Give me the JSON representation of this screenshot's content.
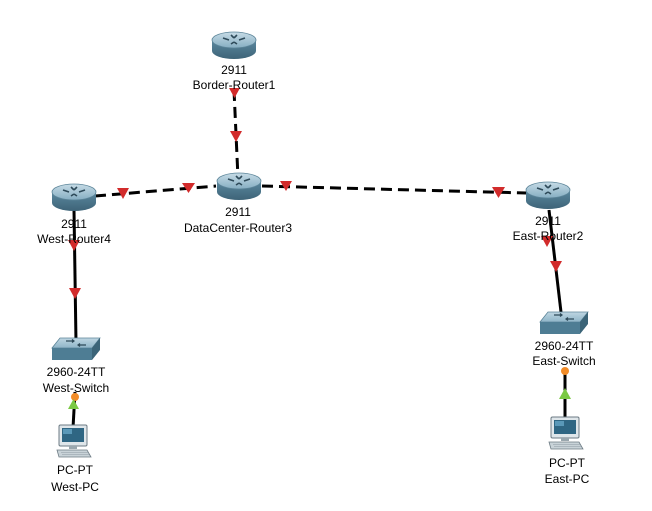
{
  "devices": {
    "border_router": {
      "model": "2911",
      "name": "Border-Router1",
      "icon": "router-icon"
    },
    "dc_router": {
      "model": "2911",
      "name": "DataCenter-Router3",
      "icon": "router-icon"
    },
    "west_router": {
      "model": "2911",
      "name": "West-Router4",
      "icon": "router-icon"
    },
    "east_router": {
      "model": "2911",
      "name": "East-Router2",
      "icon": "router-icon"
    },
    "west_switch": {
      "model": "2960-24TT",
      "name": "West-Switch",
      "icon": "switch-icon"
    },
    "east_switch": {
      "model": "2960-24TT",
      "name": "East-Switch",
      "icon": "switch-icon"
    },
    "west_pc": {
      "model": "PC-PT",
      "name": "West-PC",
      "icon": "pc-icon"
    },
    "east_pc": {
      "model": "PC-PT",
      "name": "East-PC",
      "icon": "pc-icon"
    }
  },
  "links": {
    "serial_style": "dashed",
    "ethernet_style": "solid",
    "link_down_color": "#d22b2b",
    "link_up_color": "#7ac943",
    "link_pending_color": "#f28c28"
  },
  "colors": {
    "canvas": "#ffffff",
    "router_body": "#6c99b0",
    "switch_body": "#79a8bd"
  }
}
